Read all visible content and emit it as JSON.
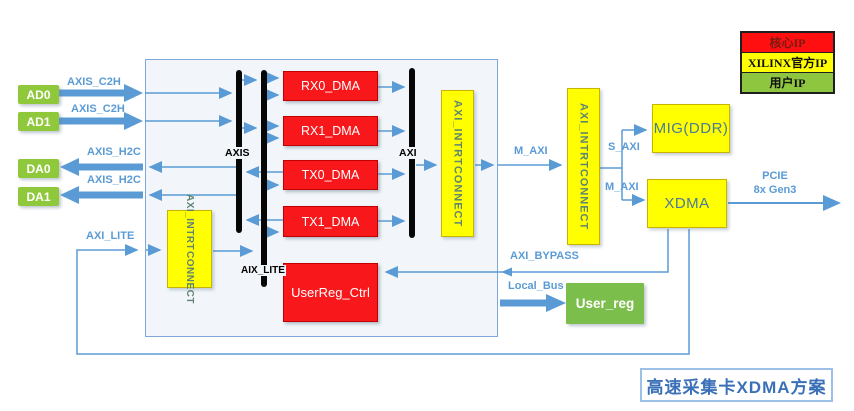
{
  "title": "高速采集卡XDMA方案",
  "legend": {
    "core_ip": "核心IP",
    "xilinx_ip": "XILINX官方IP",
    "user_ip": "用户IP"
  },
  "nodes": {
    "ad0": "AD0",
    "ad1": "AD1",
    "da0": "DA0",
    "da1": "DA1",
    "rx0_dma": "RX0_DMA",
    "rx1_dma": "RX1_DMA",
    "tx0_dma": "TX0_DMA",
    "tx1_dma": "TX1_DMA",
    "userreg_ctrl": "UserReg_Ctrl",
    "interconnect1": "AXI_INTRTCONNECT",
    "interconnect2": "AXI_INTRTCONNECT",
    "intrt_line1": "AXI_INTRT",
    "intrt_line2": "CONNECT",
    "mig": "MIG(DDR)",
    "xdma": "XDMA",
    "user_reg": "User_reg"
  },
  "bus_labels": {
    "axis_c2h_ad0": "AXIS_C2H",
    "axis_c2h_ad1": "AXIS_C2H",
    "axis_h2c_da0": "AXIS_H2C",
    "axis_h2c_da1": "AXIS_H2C",
    "axi_lite": "AXI_LITE",
    "m_axi": "M_AXI",
    "s_axi": "S_AXI",
    "m_axi_2": "M_AXI",
    "axi_bypass": "AXI_BYPASS",
    "local_bus": "Local_Bus",
    "pcie_line1": "PCIE",
    "pcie_line2": "8x Gen3"
  },
  "bar_labels": {
    "axis": "AXIS",
    "axi": "AXI",
    "aix_lite": "AIX_LITE"
  },
  "colors": {
    "connector_blue": "#5B9BD5",
    "core_ip_red": "#F8181B",
    "xilinx_ip_yellow": "#FFFF00",
    "user_ip_green": "#8EC63F",
    "bus_bar_black": "#060606",
    "title_blue": "#3A70B7"
  }
}
